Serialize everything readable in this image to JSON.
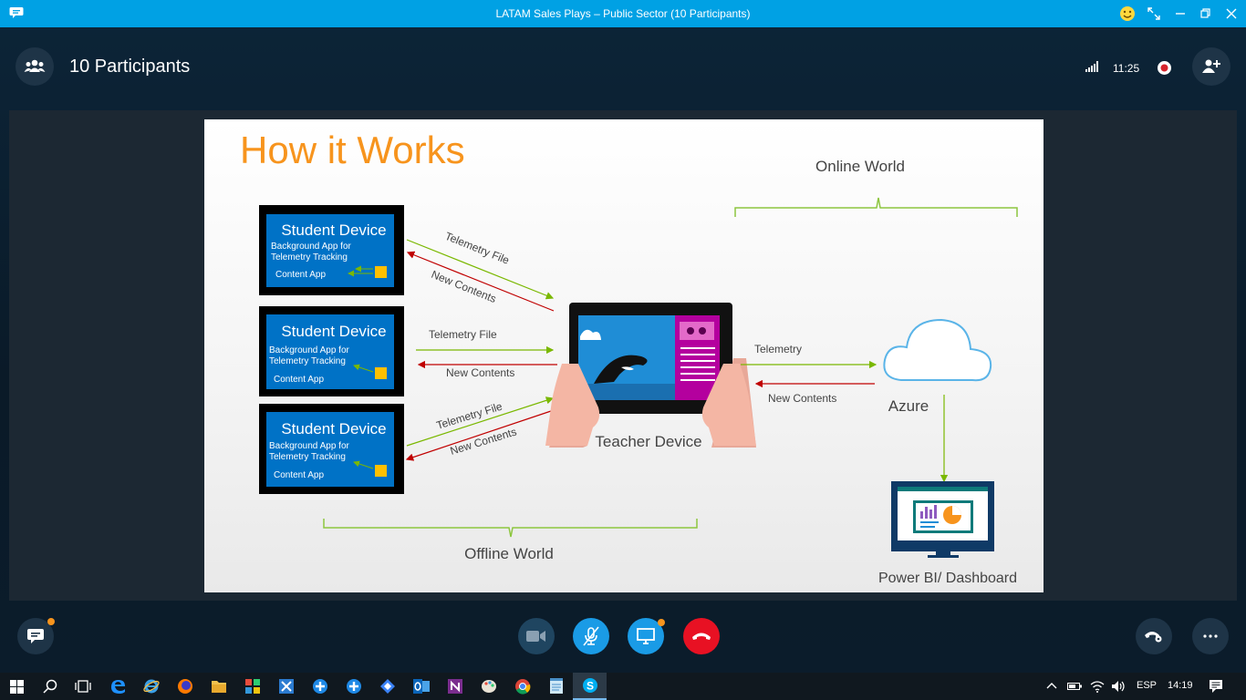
{
  "window": {
    "title": "LATAM Sales Plays –  Public Sector (10 Participants)"
  },
  "call_header": {
    "participants_label": "10 Participants",
    "call_time": "11:25"
  },
  "slide": {
    "title": "How it Works",
    "online_world": "Online World",
    "offline_world": "Offline World",
    "student_devices": [
      {
        "title": "Student Device",
        "subtitle_line1": "Background App for",
        "subtitle_line2": "Telemetry Tracking",
        "content_app": "Content App",
        "arrow_top": "Telemetry File",
        "arrow_bottom": "New Contents"
      },
      {
        "title": "Student Device",
        "subtitle_line1": "Background App for",
        "subtitle_line2": "Telemetry Tracking",
        "content_app": "Content App",
        "arrow_top": "Telemetry File",
        "arrow_bottom": "New Contents"
      },
      {
        "title": "Student Device",
        "subtitle_line1": "Background App for",
        "subtitle_line2": "Telemetry Tracking",
        "content_app": "Content App",
        "arrow_top": "Telemetry File",
        "arrow_bottom": "New Contents"
      }
    ],
    "teacher_device": "Teacher Device",
    "telemetry": "Telemetry",
    "new_contents": "New Contents",
    "azure": "Azure",
    "power_bi": "Power BI/ Dashboard",
    "colors": {
      "title": "#f7941d",
      "device_blue": "#0072c6",
      "arrow_green": "#7ab800",
      "arrow_red": "#c00000",
      "brace_green": "#8dc63f"
    }
  },
  "taskbar": {
    "language": "ESP",
    "clock": "14:19"
  }
}
